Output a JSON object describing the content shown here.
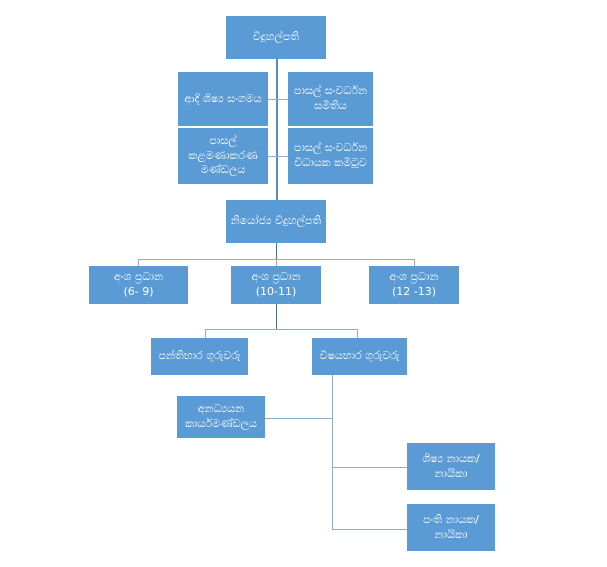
{
  "chart_data": {
    "type": "diagram",
    "title": "",
    "subtype": "organizational-hierarchy",
    "language": "Sinhala",
    "orientation": "top-down",
    "node_fill_color": "#5B9BD5",
    "node_text_color": "#FFFFFF",
    "connector_color": "#8FAFC9",
    "background_color": "#FFFFFF",
    "nodes": [
      {
        "id": "principal",
        "label": "විදුහල්පති",
        "level": 0
      },
      {
        "id": "old-students",
        "label": "ආදි ශිෂ්‍ය සංගමය",
        "level": 1
      },
      {
        "id": "sdc",
        "label": "පාසල් සංවර්ධන සමිතිය",
        "level": 1
      },
      {
        "id": "mgmt-board",
        "label": "පාසල් කළමණාකරණ මණ්ඩලය",
        "level": 2
      },
      {
        "id": "sdc-exec",
        "label": "පාසල් සංවර්ධන විධායක කමිටුව",
        "level": 2
      },
      {
        "id": "deputy-principal",
        "label": "නියෝජ්‍ය විදුහල්පති",
        "level": 3
      },
      {
        "id": "section-head-6-9",
        "label": "අංශ ප්‍රධාන",
        "sublabel": "(6- 9)",
        "level": 4
      },
      {
        "id": "section-head-10-11",
        "label": "අංශ ප්‍රධාන",
        "sublabel": "(10-11)",
        "level": 4
      },
      {
        "id": "section-head-12-13",
        "label": "අංශ ප්‍රධාන",
        "sublabel": "(12 -13)",
        "level": 4
      },
      {
        "id": "class-teachers",
        "label": "පන්තිභාර ගුරුවරු",
        "level": 5
      },
      {
        "id": "subject-teachers",
        "label": "විෂයභාර ගුරුවරු",
        "level": 5
      },
      {
        "id": "non-academic-staff",
        "label": "අනධ්‍යයන කාර්යමණ්ඩලය",
        "level": 6
      },
      {
        "id": "student-leader",
        "label": "ශිෂ්‍ය නායක/ නායිකා",
        "level": 6
      },
      {
        "id": "class-leader",
        "label": "පංති නායක/ නායිකා",
        "level": 6
      }
    ],
    "edges": [
      {
        "from": "principal",
        "to": "deputy-principal"
      },
      {
        "from": "principal",
        "to": "old-students"
      },
      {
        "from": "principal",
        "to": "sdc"
      },
      {
        "from": "principal",
        "to": "mgmt-board"
      },
      {
        "from": "principal",
        "to": "sdc-exec"
      },
      {
        "from": "deputy-principal",
        "to": "section-head-6-9"
      },
      {
        "from": "deputy-principal",
        "to": "section-head-10-11"
      },
      {
        "from": "deputy-principal",
        "to": "section-head-12-13"
      },
      {
        "from": "section-head-10-11",
        "to": "class-teachers"
      },
      {
        "from": "section-head-10-11",
        "to": "subject-teachers"
      },
      {
        "from": "subject-teachers",
        "to": "non-academic-staff"
      },
      {
        "from": "subject-teachers",
        "to": "student-leader"
      },
      {
        "from": "subject-teachers",
        "to": "class-leader"
      }
    ]
  },
  "diagram": {
    "principal": {
      "label": "විදුහල්පති"
    },
    "old_students": {
      "label": "ආදි ශිෂ්‍ය සංගමය"
    },
    "sdc": {
      "label": "පාසල් සංවර්ධන සමිතිය"
    },
    "mgmt_board": {
      "label": "පාසල් කළමණාකරණ මණ්ඩලය"
    },
    "sdc_exec": {
      "label": "පාසල් සංවර්ධන විධායක කමිටුව"
    },
    "deputy_principal": {
      "label": "නියෝජ්‍ය විදුහල්පති"
    },
    "section_head_a": {
      "label": "අංශ ප්‍රධාන",
      "range": "(6- 9)"
    },
    "section_head_b": {
      "label": "අංශ ප්‍රධාන",
      "range": "(10-11)"
    },
    "section_head_c": {
      "label": "අංශ ප්‍රධාන",
      "range": "(12 -13)"
    },
    "class_teachers": {
      "label": "පන්තිභාර ගුරුවරු"
    },
    "subject_teachers": {
      "label": "විෂයභාර ගුරුවරු"
    },
    "non_academic_staff": {
      "label": "අනධ්‍යයන කාර්යමණ්ඩලය"
    },
    "student_leader": {
      "label": "ශිෂ්‍ය නායක/ නායිකා"
    },
    "class_leader": {
      "label": "පංති නායක/ නායිකා"
    }
  }
}
